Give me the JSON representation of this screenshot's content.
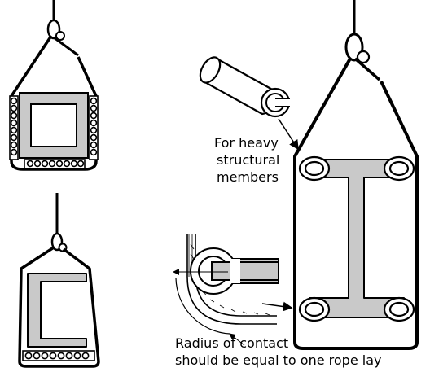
{
  "colors": {
    "line": "#000000",
    "steel_fill": "#c9c9c9",
    "background": "#ffffff"
  },
  "labels": {
    "heavy_line1": "For heavy",
    "heavy_line2": "structural",
    "heavy_line3": "members",
    "radius_line1": "Radius of contact",
    "radius_line2": "should be equal to one rope lay"
  }
}
